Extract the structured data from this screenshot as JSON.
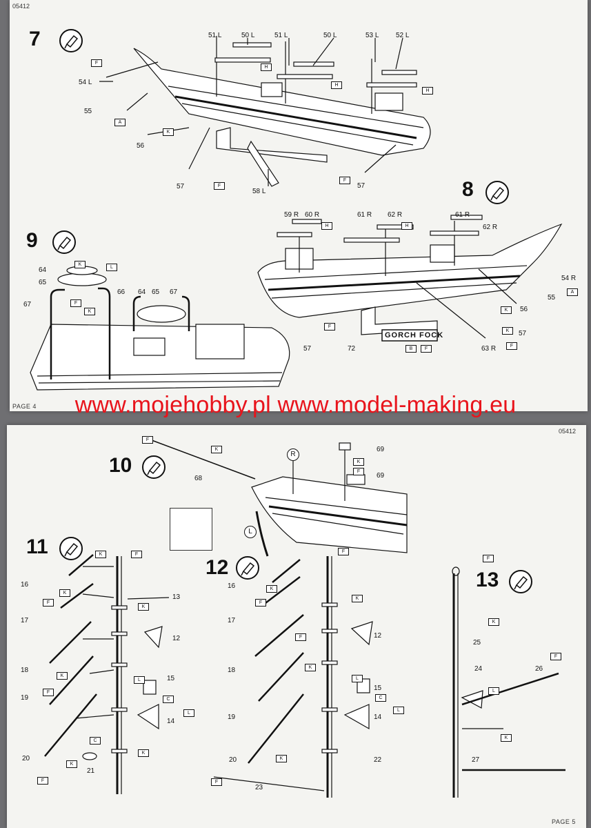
{
  "top_page": {
    "code": "05412",
    "page_label": "PAGE 4",
    "step7": {
      "number": "7",
      "parts": [
        "51 L",
        "50 L",
        "51 L",
        "50 L",
        "53 L",
        "52 L",
        "54 L",
        "55",
        "56",
        "57",
        "58 L",
        "57"
      ],
      "flags": [
        "F",
        "H",
        "H",
        "H",
        "A",
        "K",
        "F",
        "F"
      ]
    },
    "step8": {
      "number": "8",
      "parts": [
        "59 R",
        "60 R",
        "61 R",
        "62 R",
        "61 R",
        "62 R",
        "54 R",
        "55",
        "56",
        "57",
        "57",
        "72",
        "63 R"
      ],
      "flags": [
        "H",
        "H",
        "K",
        "A",
        "K",
        "F",
        "B",
        "F",
        "F"
      ],
      "nameplate": "GORCH FOCK"
    },
    "step9": {
      "number": "9",
      "parts": [
        "64",
        "65",
        "67",
        "66",
        "64",
        "65",
        "67"
      ],
      "flags": [
        "K",
        "L",
        "F",
        "K"
      ]
    }
  },
  "watermark": "www.mojehobby.pl www.model-making.eu",
  "bottom_page": {
    "code": "05412",
    "page_label": "PAGE 5",
    "step10": {
      "number": "10",
      "parts": [
        "68",
        "69",
        "69"
      ],
      "flags": [
        "F",
        "K",
        "K",
        "F"
      ],
      "circle_r": "R",
      "circle_l": "L"
    },
    "step11": {
      "number": "11",
      "parts": [
        "16",
        "17",
        "13",
        "12",
        "18",
        "15",
        "19",
        "14",
        "20",
        "21"
      ],
      "flags": [
        "K",
        "F",
        "K",
        "F",
        "K",
        "F",
        "K",
        "L",
        "C",
        "L",
        "C",
        "K",
        "K",
        "F"
      ]
    },
    "step12": {
      "number": "12",
      "parts": [
        "16",
        "17",
        "12",
        "18",
        "15",
        "19",
        "14",
        "20",
        "22",
        "23"
      ],
      "flags": [
        "F",
        "K",
        "F",
        "K",
        "F",
        "L",
        "C",
        "L",
        "K",
        "F",
        "K"
      ]
    },
    "step13": {
      "number": "13",
      "parts": [
        "25",
        "24",
        "26",
        "27"
      ],
      "flags": [
        "F",
        "K",
        "L",
        "F",
        "K"
      ]
    }
  }
}
